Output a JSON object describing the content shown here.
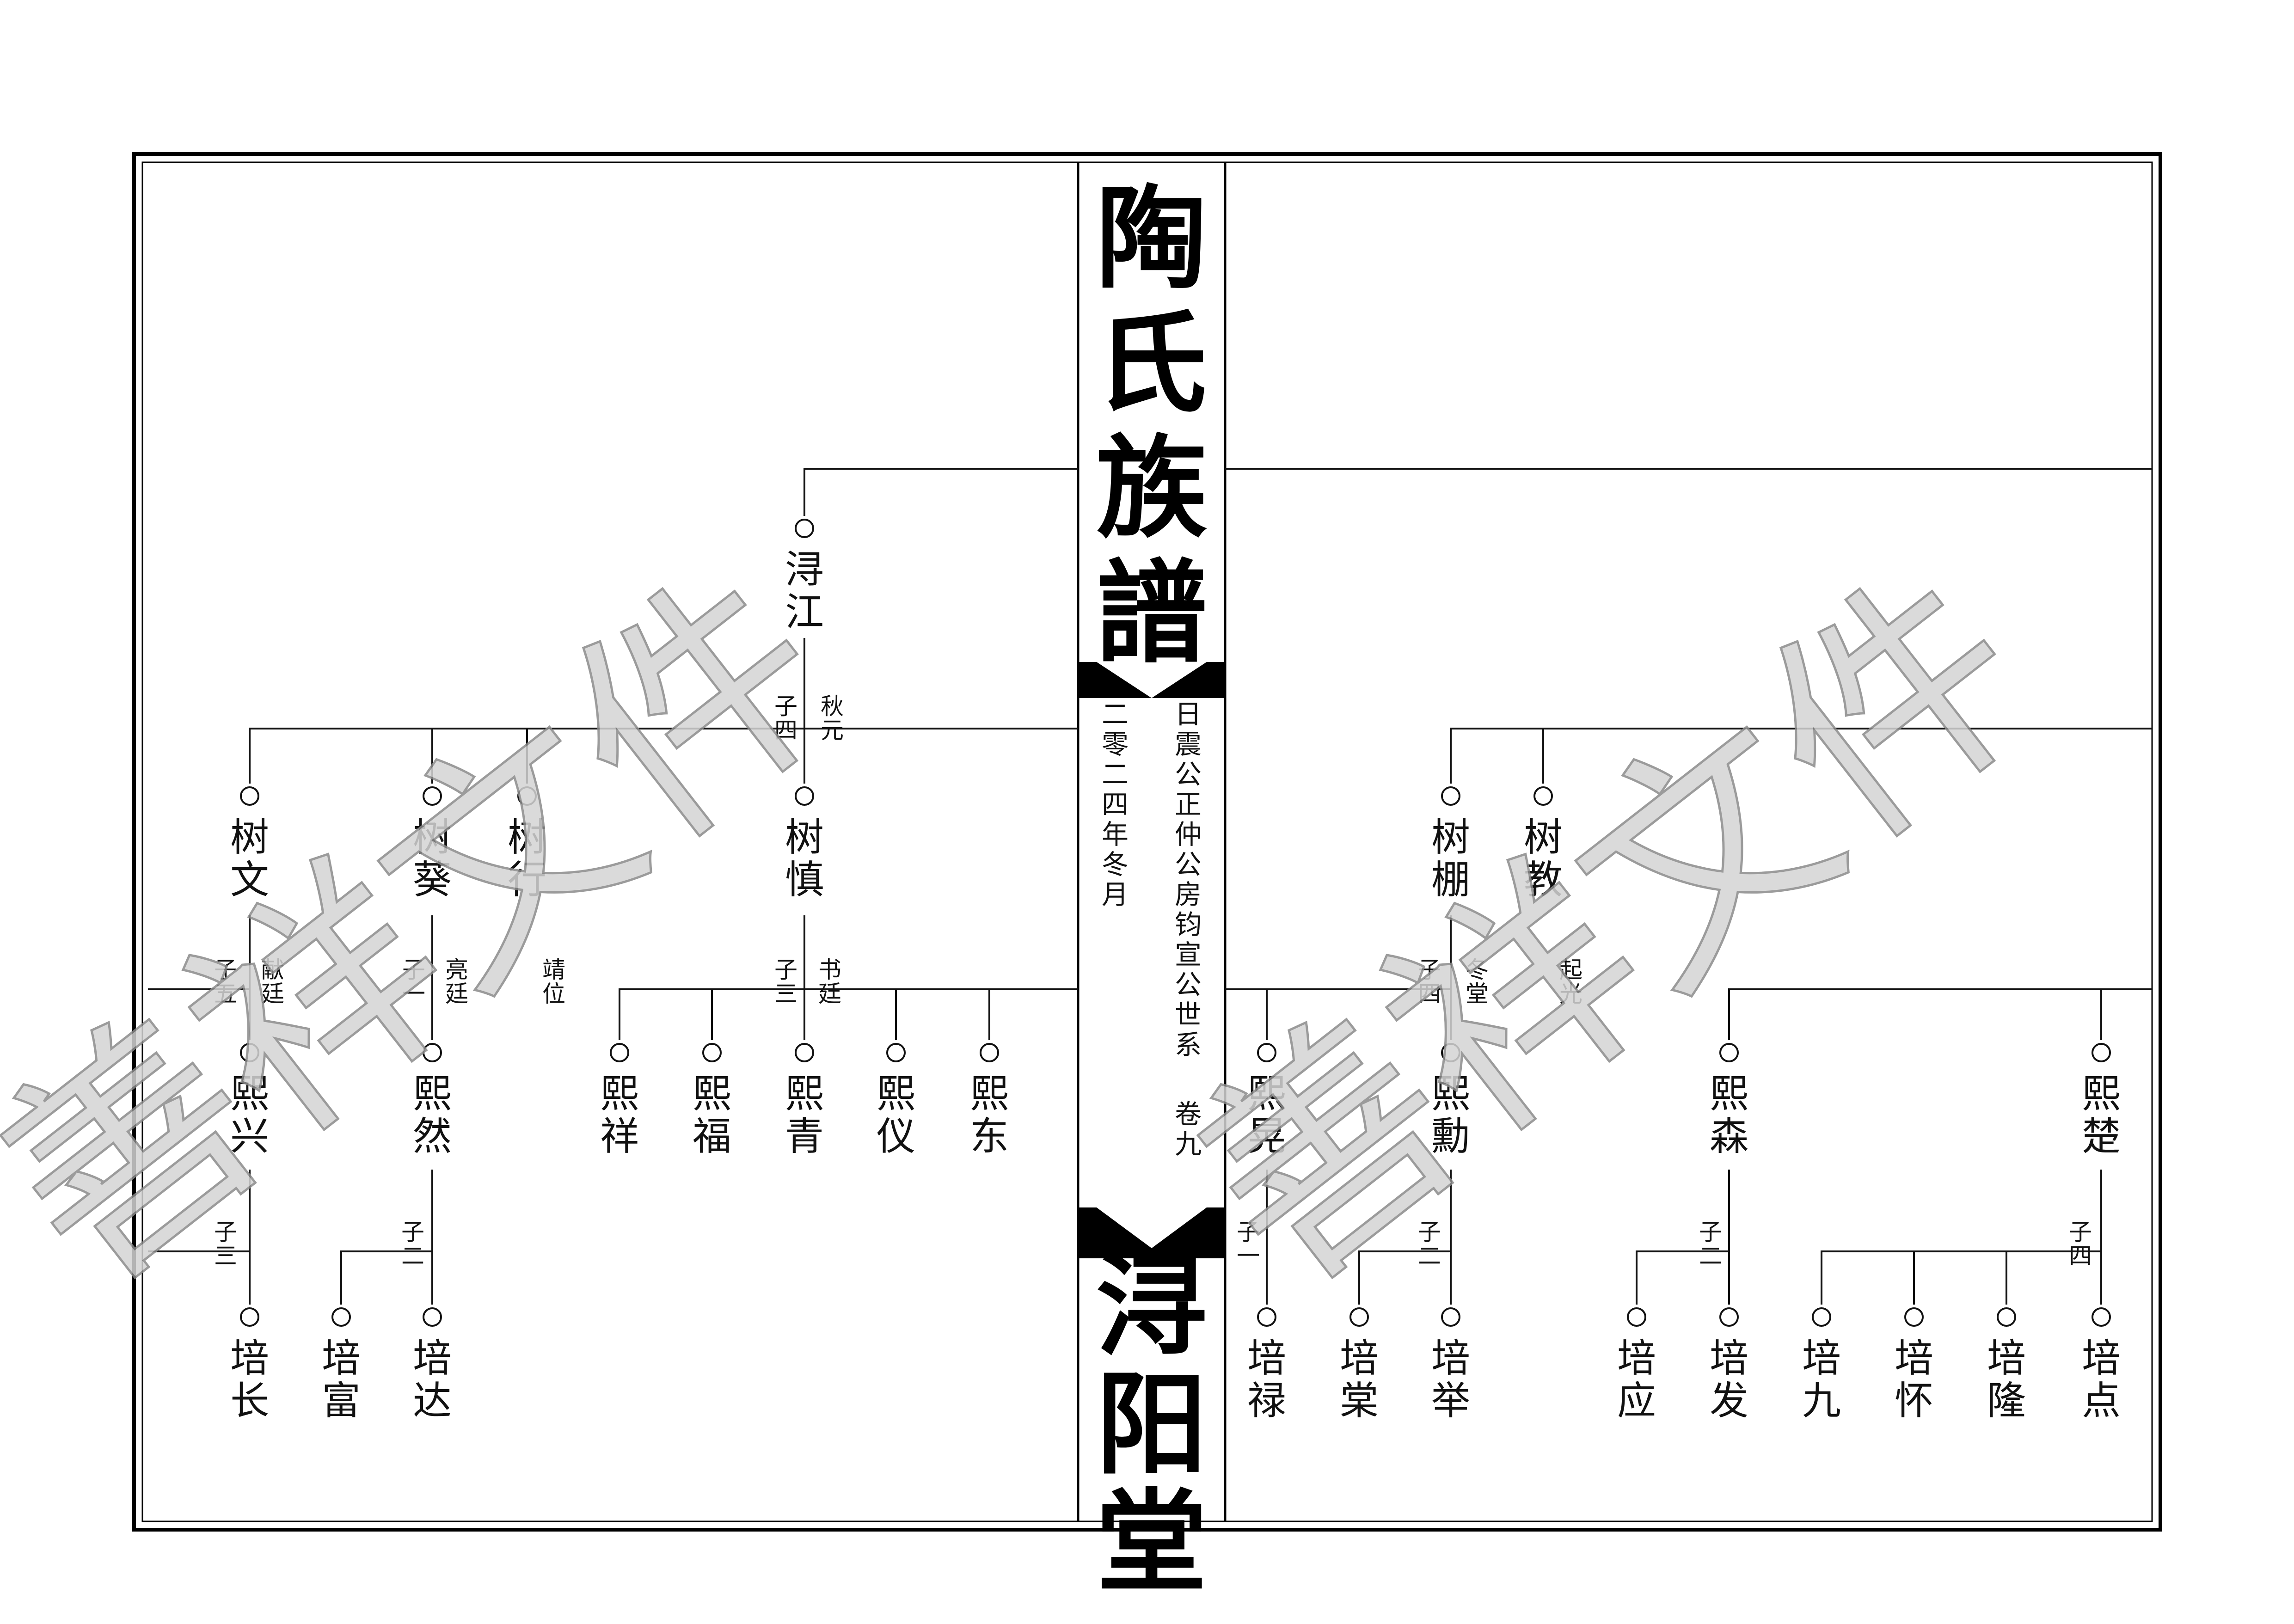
{
  "title": {
    "main": "陶氏族譜",
    "hall": "浔阳堂"
  },
  "spine": {
    "subtitle": "日震公正仲公房钧宣公世系",
    "volume": "卷九",
    "date": "二零二四年冬月"
  },
  "watermark": "善祥文件",
  "nodes": [
    {
      "id": "xunjiang",
      "name": "浔江"
    },
    {
      "id": "shuwen",
      "name": "树文"
    },
    {
      "id": "shukui",
      "name": "树葵"
    },
    {
      "id": "shuxing",
      "name": "树行"
    },
    {
      "id": "shushen",
      "name": "树慎"
    },
    {
      "id": "shupeng",
      "name": "树棚"
    },
    {
      "id": "shujiao",
      "name": "树教"
    },
    {
      "id": "xixing",
      "name": "熙兴"
    },
    {
      "id": "xiran",
      "name": "熙然"
    },
    {
      "id": "xixiang",
      "name": "熙祥"
    },
    {
      "id": "xifu",
      "name": "熙福"
    },
    {
      "id": "xiqing",
      "name": "熙青"
    },
    {
      "id": "xiyi",
      "name": "熙仪"
    },
    {
      "id": "xidong",
      "name": "熙东"
    },
    {
      "id": "xihuang",
      "name": "熙晃"
    },
    {
      "id": "xixun",
      "name": "熙勳"
    },
    {
      "id": "xisen",
      "name": "熙森"
    },
    {
      "id": "xichu",
      "name": "熙楚"
    },
    {
      "id": "peichang",
      "name": "培长"
    },
    {
      "id": "peifu",
      "name": "培富"
    },
    {
      "id": "peida",
      "name": "培达"
    },
    {
      "id": "peilu",
      "name": "培禄"
    },
    {
      "id": "peitang",
      "name": "培棠"
    },
    {
      "id": "peiju",
      "name": "培举"
    },
    {
      "id": "peiying",
      "name": "培应"
    },
    {
      "id": "peifa",
      "name": "培发"
    },
    {
      "id": "peijiu",
      "name": "培九"
    },
    {
      "id": "peihuai",
      "name": "培怀"
    },
    {
      "id": "peilong",
      "name": "培隆"
    },
    {
      "id": "peidian",
      "name": "培点"
    }
  ],
  "notes": [
    {
      "id": "n1",
      "text": "子四"
    },
    {
      "id": "n2",
      "text": "秋元"
    },
    {
      "id": "n3",
      "text": "子五"
    },
    {
      "id": "n4",
      "text": "献廷"
    },
    {
      "id": "n5",
      "text": "子一"
    },
    {
      "id": "n6",
      "text": "亮廷"
    },
    {
      "id": "n7",
      "text": "靖位"
    },
    {
      "id": "n8",
      "text": "子三"
    },
    {
      "id": "n9",
      "text": "书廷"
    },
    {
      "id": "n10",
      "text": "子三"
    },
    {
      "id": "n11",
      "text": "子二"
    },
    {
      "id": "n12",
      "text": "子四"
    },
    {
      "id": "n13",
      "text": "冬堂"
    },
    {
      "id": "n14",
      "text": "起光"
    },
    {
      "id": "n15",
      "text": "子一"
    },
    {
      "id": "n16",
      "text": "子二"
    },
    {
      "id": "n17",
      "text": "子二"
    },
    {
      "id": "n18",
      "text": "子四"
    }
  ]
}
